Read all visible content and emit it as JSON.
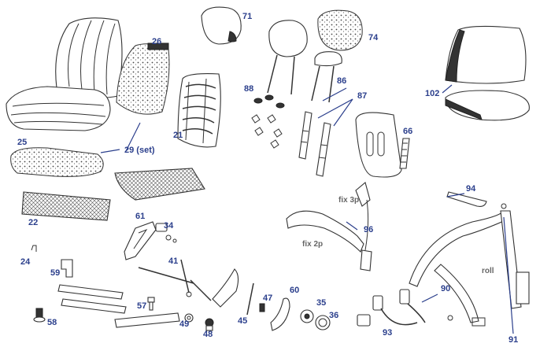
{
  "labels": {
    "l71": "71",
    "l74": "74",
    "l26": "26",
    "l88": "88",
    "l86": "86",
    "l87": "87",
    "l102": "102",
    "l66": "66",
    "l21": "21",
    "l25": "25",
    "l29": "29 (set)",
    "l22": "22",
    "l61": "61",
    "l34": "34",
    "l24": "24",
    "l41": "41",
    "l59": "59",
    "l57": "57",
    "l58": "58",
    "l49": "49",
    "l48": "48",
    "l45": "45",
    "l47": "47",
    "l60": "60",
    "l35": "35",
    "l36": "36",
    "l93": "93",
    "l90": "90",
    "l91": "91",
    "l94": "94",
    "l96": "96",
    "fix3p": "fix 3p",
    "fix2p": "fix 2p",
    "roll": "roll"
  },
  "colors": {
    "label": "#2b3f8c",
    "note": "#666666",
    "line_art": "#333333"
  }
}
